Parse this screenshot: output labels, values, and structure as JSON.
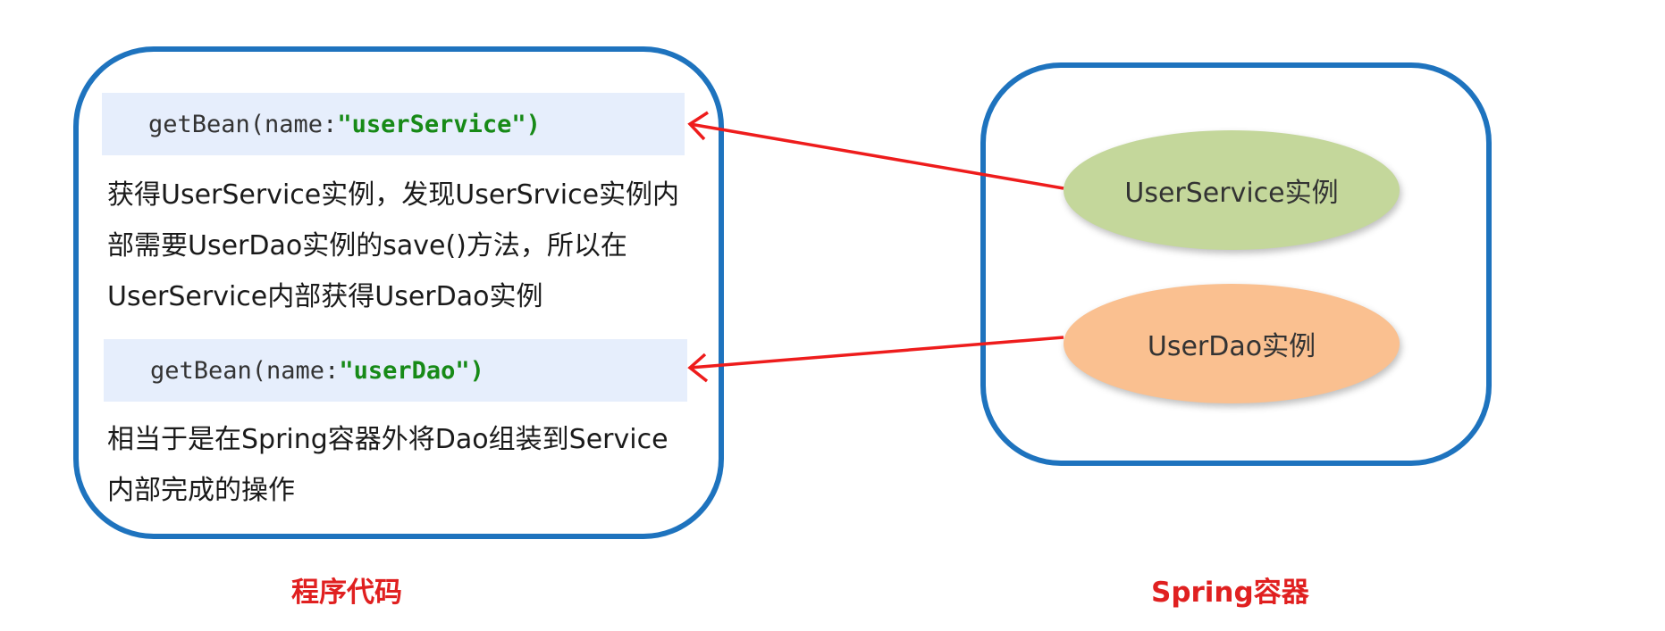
{
  "code_blocks": [
    {
      "prefix": "getBean(name:",
      "argument": "\"userService\")"
    },
    {
      "prefix": "getBean(name:",
      "argument": "\"userDao\")"
    }
  ],
  "descriptions": [
    {
      "lines": [
        "获得UserService实例，发现UserSrvice实例内",
        "部需要UserDao实例的save()方法，所以在",
        "UserService内部获得UserDao实例"
      ]
    },
    {
      "lines": [
        "相当于是在Spring容器外将Dao组装到Service",
        "内部完成的操作"
      ]
    }
  ],
  "container_instances": {
    "user_service": "UserService实例",
    "user_dao": "UserDao实例"
  },
  "captions": {
    "left": "程序代码",
    "right": "Spring容器"
  },
  "colors": {
    "panel_border": "#1e73be",
    "code_background": "#e6eefc",
    "string_literal": "#178a17",
    "arrow": "#ee1c1c",
    "user_service_fill": "#c4d79b",
    "user_dao_fill": "#fac090",
    "caption": "#e02020"
  }
}
